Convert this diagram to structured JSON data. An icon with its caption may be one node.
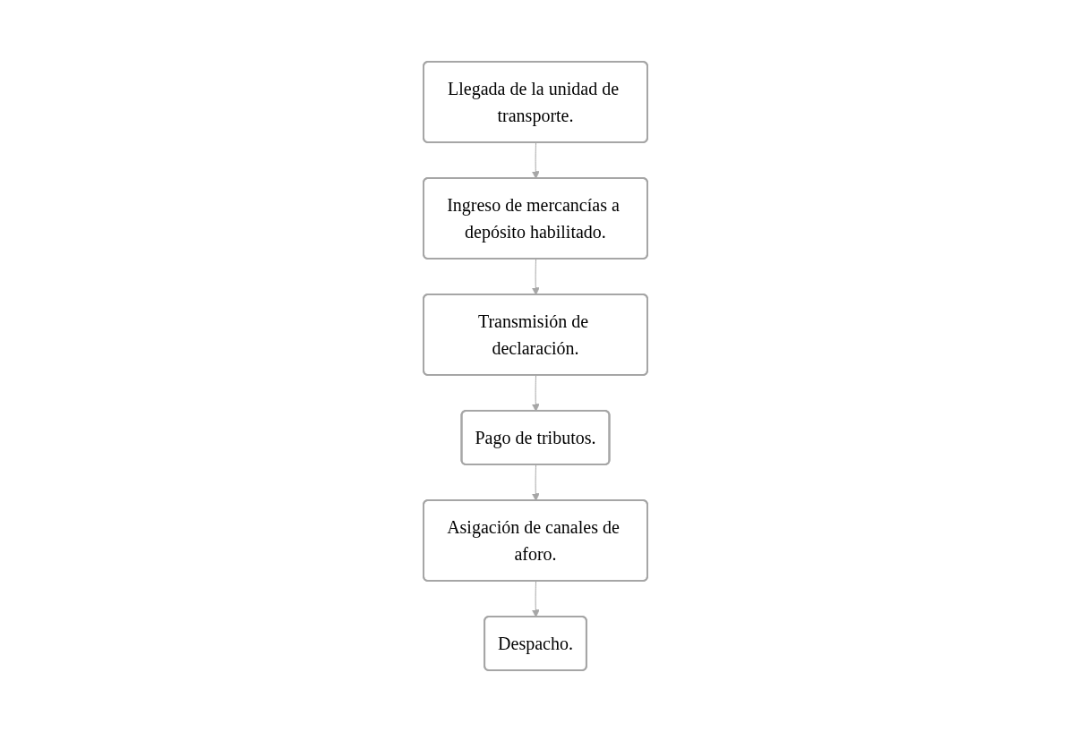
{
  "diagram": {
    "nodes": [
      {
        "text": [
          "Llegada de la unidad de transporte."
        ]
      },
      {
        "text": [
          "Ingreso de mercancías a depósito habilitado."
        ]
      },
      {
        "text": [
          "Transmisión de declaración."
        ]
      },
      {
        "text": [
          "Pago de tributos."
        ]
      },
      {
        "text": [
          "Asigación de canales de aforo."
        ]
      },
      {
        "text": [
          "Despacho."
        ]
      }
    ],
    "edges": [
      {
        "from": 0,
        "to": 1,
        "arrow": "to"
      },
      {
        "from": 1,
        "to": 2,
        "arrow": "to"
      },
      {
        "from": 2,
        "to": 3,
        "arrow": "to"
      },
      {
        "from": 3,
        "to": 4,
        "arrow": "to"
      },
      {
        "from": 4,
        "to": 5,
        "arrow": "to"
      }
    ]
  }
}
